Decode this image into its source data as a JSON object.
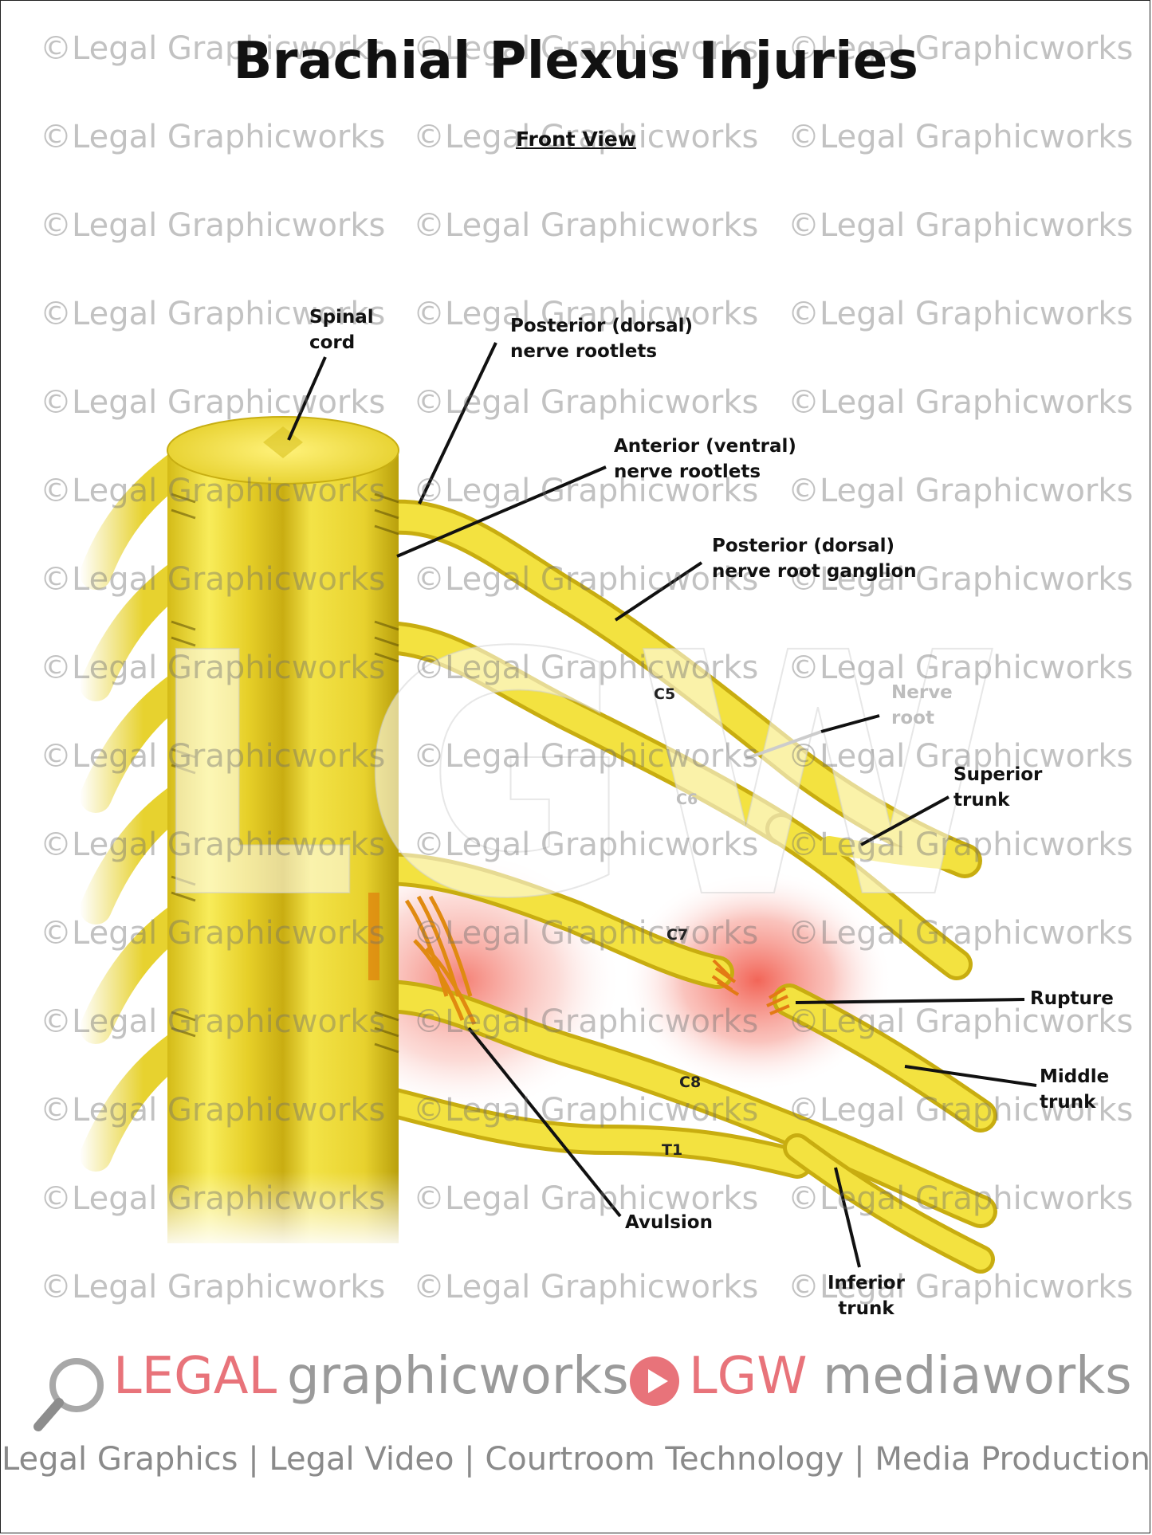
{
  "title": "Brachial Plexus Injuries",
  "subtitle": "Front View",
  "watermark": {
    "text": "©Legal Graphicworks",
    "overlay": "LGW"
  },
  "labels": {
    "spinal_cord": [
      "Spinal",
      "cord"
    ],
    "posterior_rootlets": [
      "Posterior (dorsal)",
      "nerve rootlets"
    ],
    "anterior_rootlets": [
      "Anterior (ventral)",
      "nerve rootlets"
    ],
    "ganglion": [
      "Posterior (dorsal)",
      "nerve root ganglion"
    ],
    "nerve_root": [
      "Nerve",
      "root"
    ],
    "superior_trunk": [
      "Superior",
      "trunk"
    ],
    "rupture": "Rupture",
    "middle_trunk": [
      "Middle",
      "trunk"
    ],
    "avulsion": "Avulsion",
    "inferior_trunk": [
      "Inferior",
      "trunk"
    ]
  },
  "roots": [
    "C5",
    "C6",
    "C7",
    "C8",
    "T1"
  ],
  "footer": {
    "brand_legal": "LEGAL",
    "brand_graphicworks": "graphicworks",
    "brand_lgw": "LGW",
    "brand_mediaworks": "mediaworks",
    "tagline": "Legal Graphics | Legal Video | Courtroom Technology | Media Production"
  },
  "colors": {
    "nerve": "#f2e13a",
    "nerve_dark": "#c7ae12",
    "injury": "#f05a4a",
    "brand_red": "#e8737a",
    "brand_gray": "#9a9a9a"
  }
}
